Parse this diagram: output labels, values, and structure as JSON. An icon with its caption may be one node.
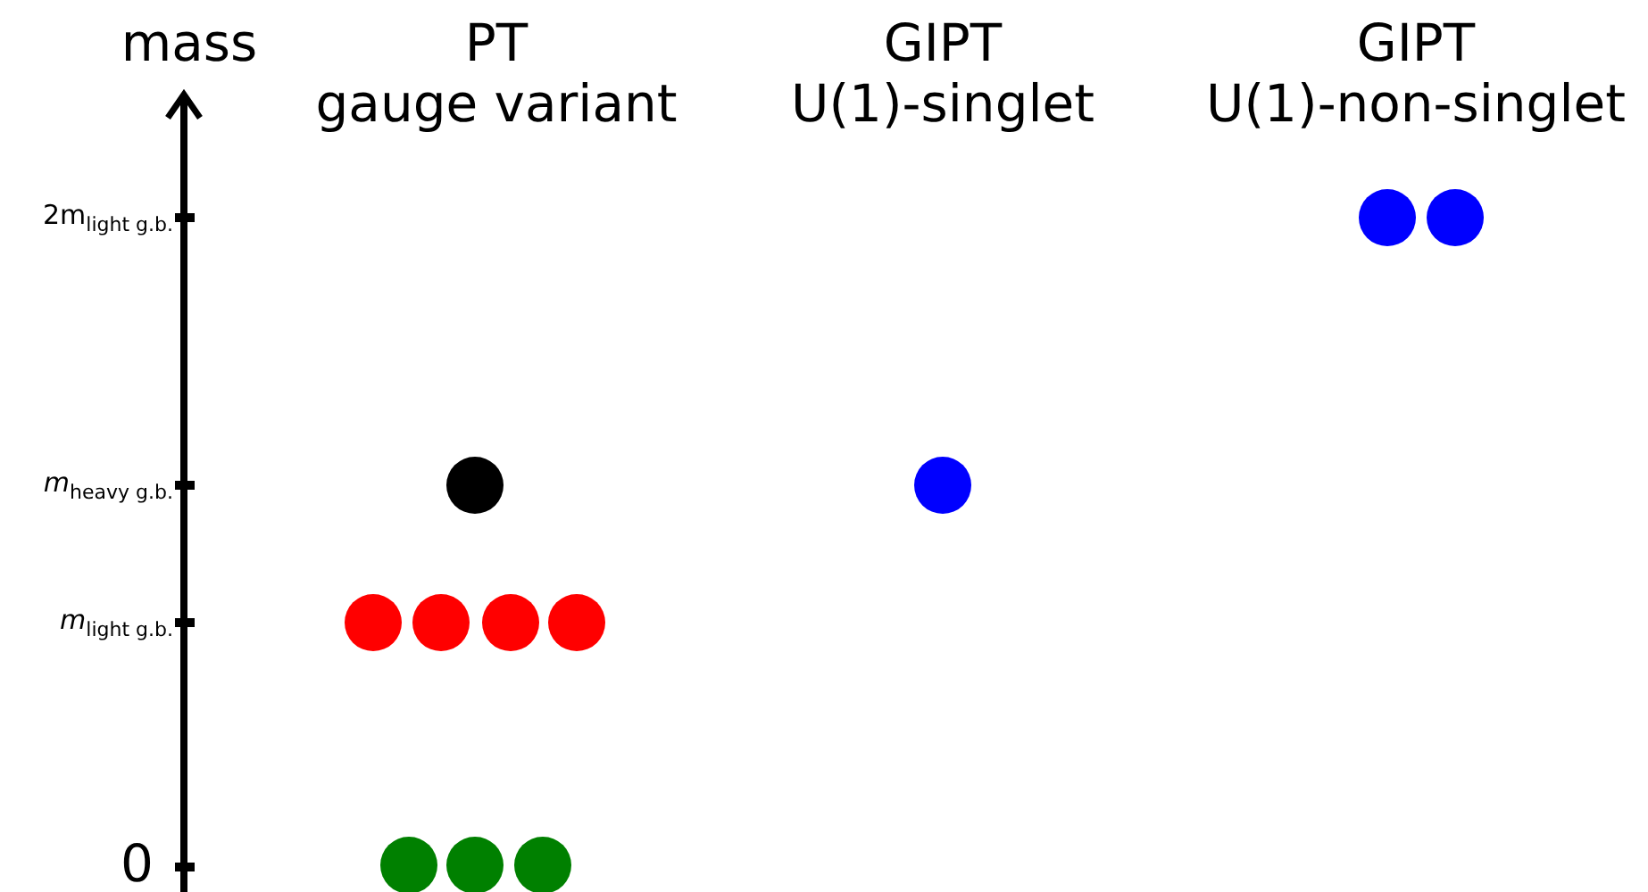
{
  "diagram": {
    "nodes": [
      {
        "text": [],
        "shape": "circle"
      },
      {
        "text": [],
        "shape": "circle"
      },
      {
        "text": [],
        "shape": "circle"
      },
      {
        "text": [],
        "shape": "circle"
      },
      {
        "text": [],
        "shape": "circle"
      },
      {
        "text": [],
        "shape": "circle"
      },
      {
        "text": [],
        "shape": "circle"
      },
      {
        "text": [],
        "shape": "circle"
      },
      {
        "text": [],
        "shape": "circle"
      },
      {
        "text": [],
        "shape": "circle"
      },
      {
        "text": [],
        "shape": "circle"
      }
    ],
    "labels": [
      "mass",
      "PT",
      "gauge variant",
      "GIPT",
      "U(1)-singlet",
      "GIPT",
      "U(1)-non-singlet",
      "2m$_{light g.b.}$",
      "*m*$_{heavy g.b.}$",
      "*m*$_{light g.b.}$",
      "0"
    ]
  }
}
